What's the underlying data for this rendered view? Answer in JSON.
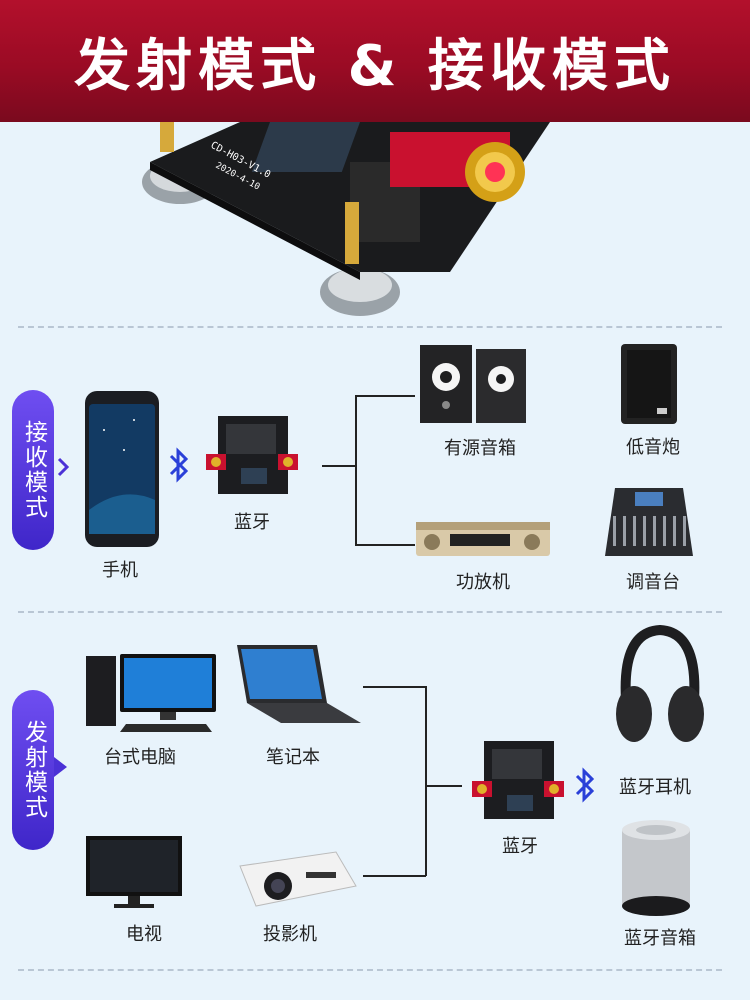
{
  "banner": {
    "title": "发射模式 & 接收模式"
  },
  "receive": {
    "tag": "接收模式",
    "phone_label": "手机",
    "module_label": "蓝牙",
    "outputs": [
      "有源音箱",
      "低音炮",
      "功放机",
      "调音台"
    ]
  },
  "transmit": {
    "tag": "发射模式",
    "inputs": [
      "台式电脑",
      "笔记本",
      "电视",
      "投影机"
    ],
    "module_label": "蓝牙",
    "outputs": [
      "蓝牙耳机",
      "蓝牙音箱"
    ]
  },
  "colors": {
    "banner": "#a30d27",
    "tag": "#5235dd",
    "bluetooth": "#2a40d8",
    "background": "#e8f3fb"
  },
  "icons": [
    "bluetooth-icon",
    "chevron-right-icon"
  ]
}
